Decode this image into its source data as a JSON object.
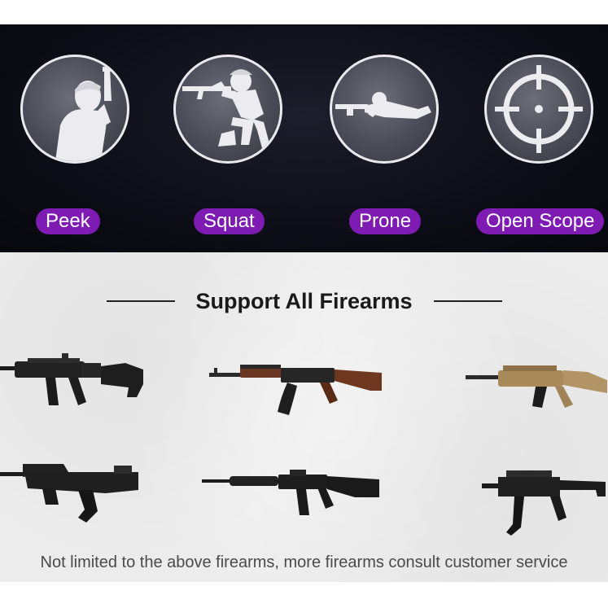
{
  "actions": [
    {
      "label": "Peek",
      "icon": "peek-icon"
    },
    {
      "label": "Squat",
      "icon": "squat-icon"
    },
    {
      "label": "Prone",
      "icon": "prone-icon"
    },
    {
      "label": "Open Scope",
      "icon": "crosshair-icon"
    }
  ],
  "firearms_section": {
    "title": "Support All Firearms",
    "guns": [
      "m416-rifle-icon",
      "akm-rifle-icon",
      "scar-rifle-icon",
      "qbz-rifle-icon",
      "m16-rifle-icon",
      "ump-smg-icon"
    ],
    "note": "Not limited to the above firearms, more firearms consult customer service"
  },
  "colors": {
    "dark_background": "#0b0b14",
    "pill_purple": "#7d1bb3",
    "light_background": "#ececec"
  }
}
